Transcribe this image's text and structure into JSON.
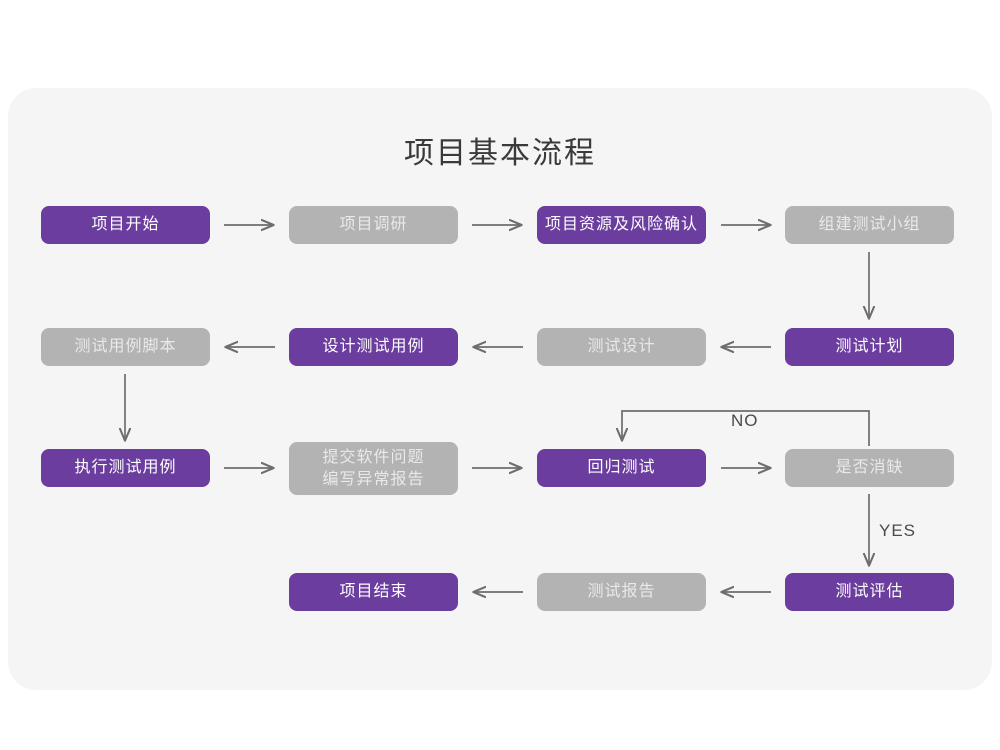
{
  "page": {
    "title": "项目基本流程",
    "background_color": "#ffffff",
    "panel_color": "#f5f5f5"
  },
  "colors": {
    "purple": "#6b3d9e",
    "purple_text": "#ffffff",
    "gray": "#b3b3b3",
    "gray_text": "#e9e9e9",
    "connector": "#6d6d6d",
    "title_text": "#3a3a3a"
  },
  "chart_data": {
    "type": "diagram",
    "title": "项目基本流程",
    "nodes": [
      {
        "id": "n1",
        "label": "项目开始",
        "style": "purple",
        "row": 1,
        "col": 1
      },
      {
        "id": "n2",
        "label": "项目调研",
        "style": "gray",
        "row": 1,
        "col": 2
      },
      {
        "id": "n3",
        "label": "项目资源及风险确认",
        "style": "purple",
        "row": 1,
        "col": 3
      },
      {
        "id": "n4",
        "label": "组建测试小组",
        "style": "gray",
        "row": 1,
        "col": 4
      },
      {
        "id": "n5",
        "label": "测试用例脚本",
        "style": "gray",
        "row": 2,
        "col": 1
      },
      {
        "id": "n6",
        "label": "设计测试用例",
        "style": "purple",
        "row": 2,
        "col": 2
      },
      {
        "id": "n7",
        "label": "测试设计",
        "style": "gray",
        "row": 2,
        "col": 3
      },
      {
        "id": "n8",
        "label": "测试计划",
        "style": "purple",
        "row": 2,
        "col": 4
      },
      {
        "id": "n9",
        "label": "执行测试用例",
        "style": "purple",
        "row": 3,
        "col": 1
      },
      {
        "id": "n10",
        "label": "提交软件问题\n编写异常报告",
        "style": "gray",
        "row": 3,
        "col": 2
      },
      {
        "id": "n11",
        "label": "回归测试",
        "style": "purple",
        "row": 3,
        "col": 3
      },
      {
        "id": "n12",
        "label": "是否消缺",
        "style": "gray",
        "row": 3,
        "col": 4
      },
      {
        "id": "n13",
        "label": "项目结束",
        "style": "purple",
        "row": 4,
        "col": 2
      },
      {
        "id": "n14",
        "label": "测试报告",
        "style": "gray",
        "row": 4,
        "col": 3
      },
      {
        "id": "n15",
        "label": "测试评估",
        "style": "purple",
        "row": 4,
        "col": 4
      }
    ],
    "edges": [
      {
        "from": "n1",
        "to": "n2",
        "label": "",
        "direction": "right"
      },
      {
        "from": "n2",
        "to": "n3",
        "label": "",
        "direction": "right"
      },
      {
        "from": "n3",
        "to": "n4",
        "label": "",
        "direction": "right"
      },
      {
        "from": "n4",
        "to": "n8",
        "label": "",
        "direction": "down"
      },
      {
        "from": "n8",
        "to": "n7",
        "label": "",
        "direction": "left"
      },
      {
        "from": "n7",
        "to": "n6",
        "label": "",
        "direction": "left"
      },
      {
        "from": "n6",
        "to": "n5",
        "label": "",
        "direction": "left"
      },
      {
        "from": "n5",
        "to": "n9",
        "label": "",
        "direction": "down"
      },
      {
        "from": "n9",
        "to": "n10",
        "label": "",
        "direction": "right"
      },
      {
        "from": "n10",
        "to": "n11",
        "label": "",
        "direction": "right"
      },
      {
        "from": "n11",
        "to": "n12",
        "label": "",
        "direction": "right"
      },
      {
        "from": "n12",
        "to": "n11",
        "label": "NO",
        "direction": "loop-up-left"
      },
      {
        "from": "n12",
        "to": "n15",
        "label": "YES",
        "direction": "down"
      },
      {
        "from": "n15",
        "to": "n14",
        "label": "",
        "direction": "left"
      },
      {
        "from": "n14",
        "to": "n13",
        "label": "",
        "direction": "left"
      }
    ],
    "edge_labels": {
      "no": "NO",
      "yes": "YES"
    }
  }
}
